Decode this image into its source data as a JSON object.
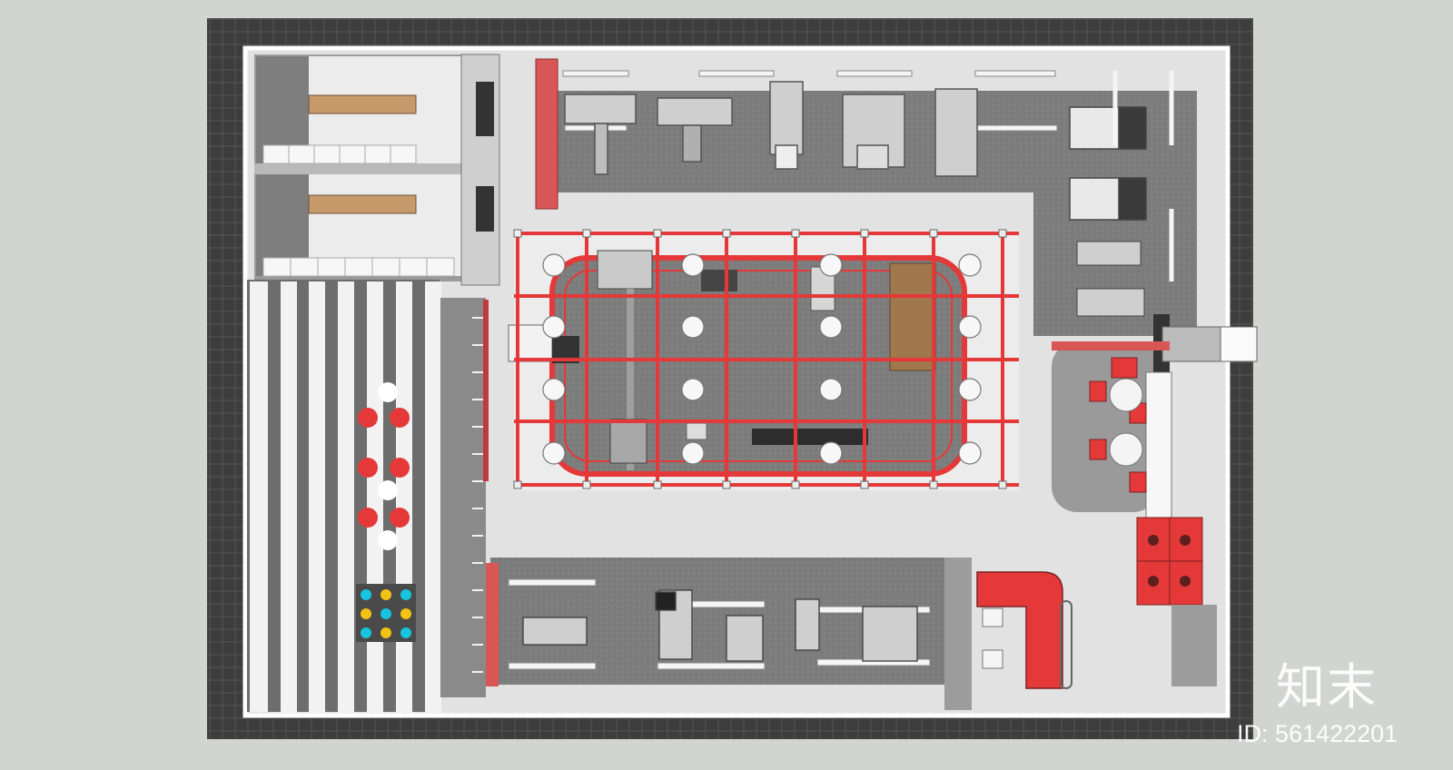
{
  "watermark": {
    "logo_text": "知末",
    "id_label": "ID:",
    "id_number": "561422201"
  },
  "colors": {
    "background": "#d2d4d0",
    "outer_wall": "#3c3c3c",
    "floor_light": "#e2e2e2",
    "floor_rubber": "#7b7b7b",
    "accent_red": "#e53838",
    "equipment_metal": "#c9c9c9",
    "wood_platform": "#a0784c"
  },
  "icons": {
    "medicine_ball": "circle-icon",
    "chair": "square-icon"
  }
}
